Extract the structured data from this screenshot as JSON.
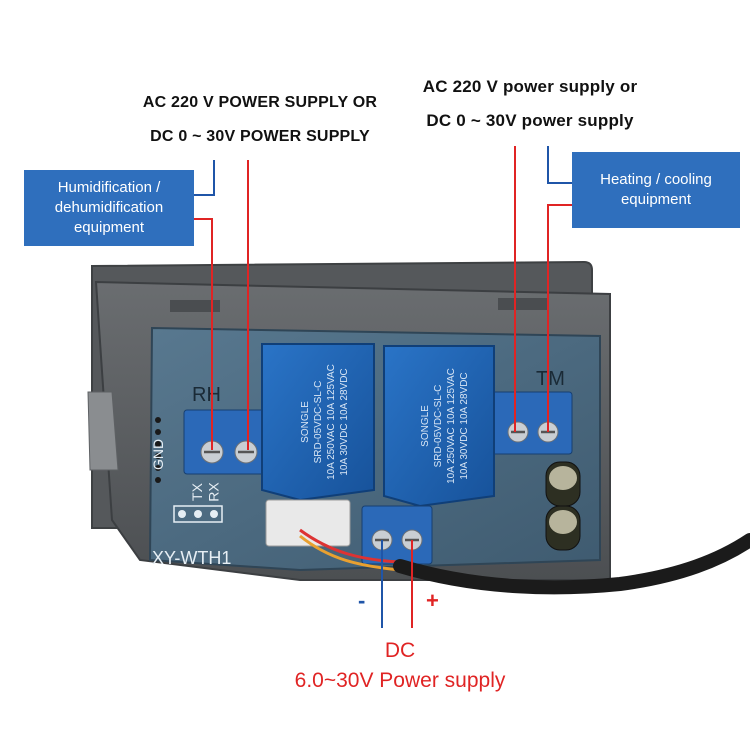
{
  "left_supply": {
    "line1": "AC 220 V POWER SUPPLY OR",
    "line2": "DC 0 ~ 30V POWER SUPPLY"
  },
  "right_supply": {
    "line1": "AC 220 V power supply or",
    "line2": "DC 0 ~ 30V power supply"
  },
  "left_box": {
    "lines": [
      "Humidification /",
      "dehumidification",
      "equipment"
    ]
  },
  "right_box": {
    "lines": [
      "Heating / cooling",
      "equipment"
    ]
  },
  "board": {
    "model": "XY-WTH1",
    "rh_label": "RH",
    "tm_label": "TM",
    "pins": [
      "GND",
      "TX",
      "RX"
    ],
    "relay_brand": "SONGLE",
    "relay_model": "SRD-05VDC-SL-C",
    "relay_rating_1": "10A 250VAC  10A 125VAC",
    "relay_rating_2": "10A 30VDC  10A 28VDC"
  },
  "polarity": {
    "minus": "-",
    "plus": "+"
  },
  "dc_supply": {
    "line1": "DC",
    "line2": "6.0~30V Power supply"
  },
  "colors": {
    "blue_box": "#2f6fbd",
    "wire_red": "#e02424",
    "wire_blue": "#1f55a8",
    "case_gray": "#5e6164",
    "pcb": "#4c6a82",
    "relay": "#1f63b3",
    "terminal": "#2b69b8"
  }
}
